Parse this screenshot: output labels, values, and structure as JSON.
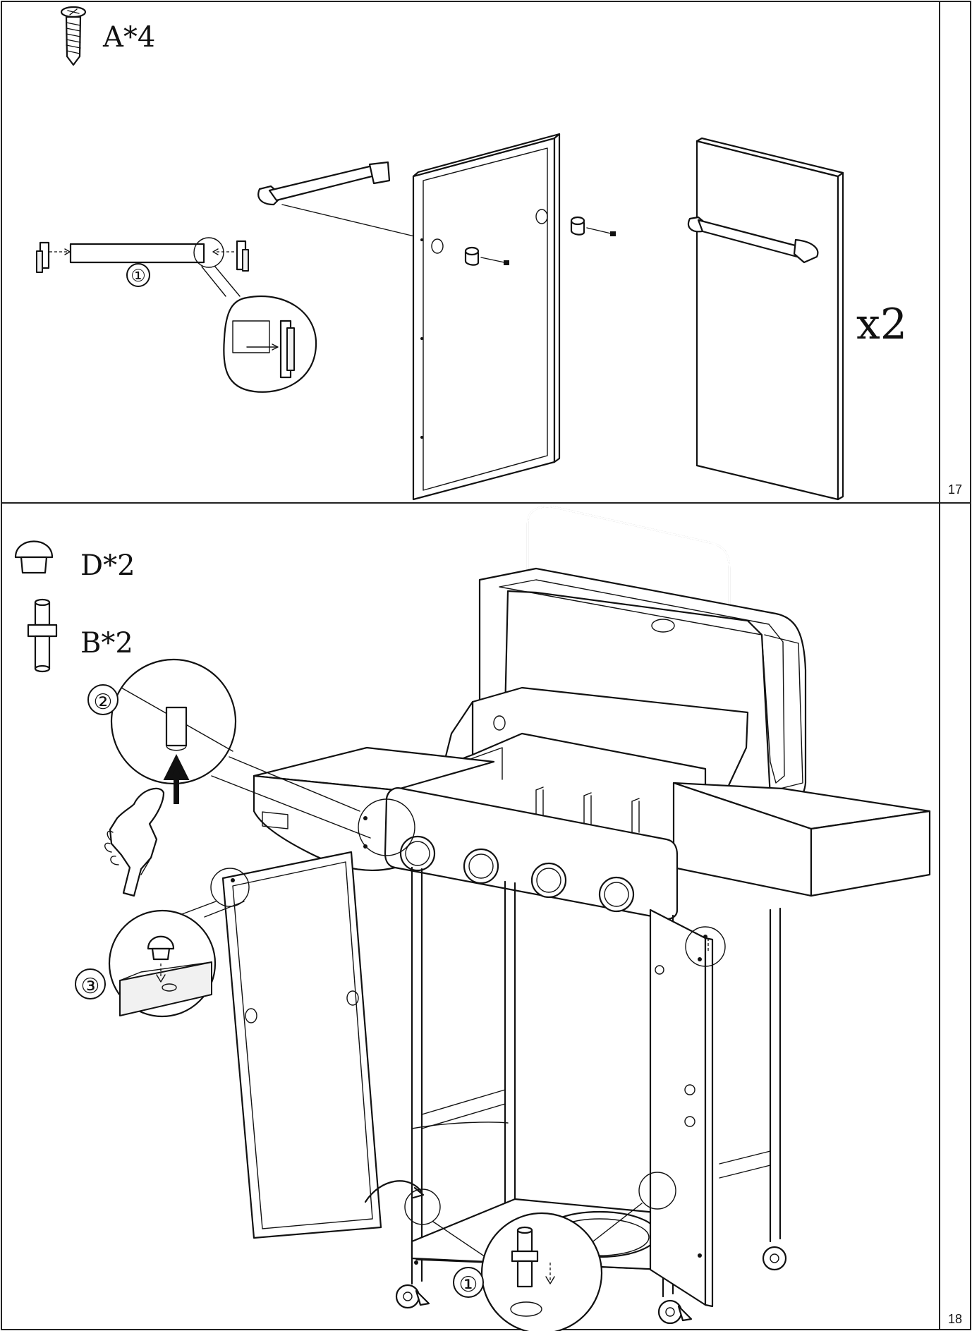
{
  "panels": [
    {
      "step_number": "17",
      "parts": [
        {
          "icon": "screw-icon",
          "label": "A*4"
        }
      ],
      "callouts": [
        "①"
      ],
      "multiplier": "x2"
    },
    {
      "step_number": "18",
      "parts": [
        {
          "icon": "cap-icon",
          "label": "D*2"
        },
        {
          "icon": "pin-icon",
          "label": "B*2"
        }
      ],
      "callouts": [
        "①",
        "②",
        "③"
      ]
    }
  ]
}
